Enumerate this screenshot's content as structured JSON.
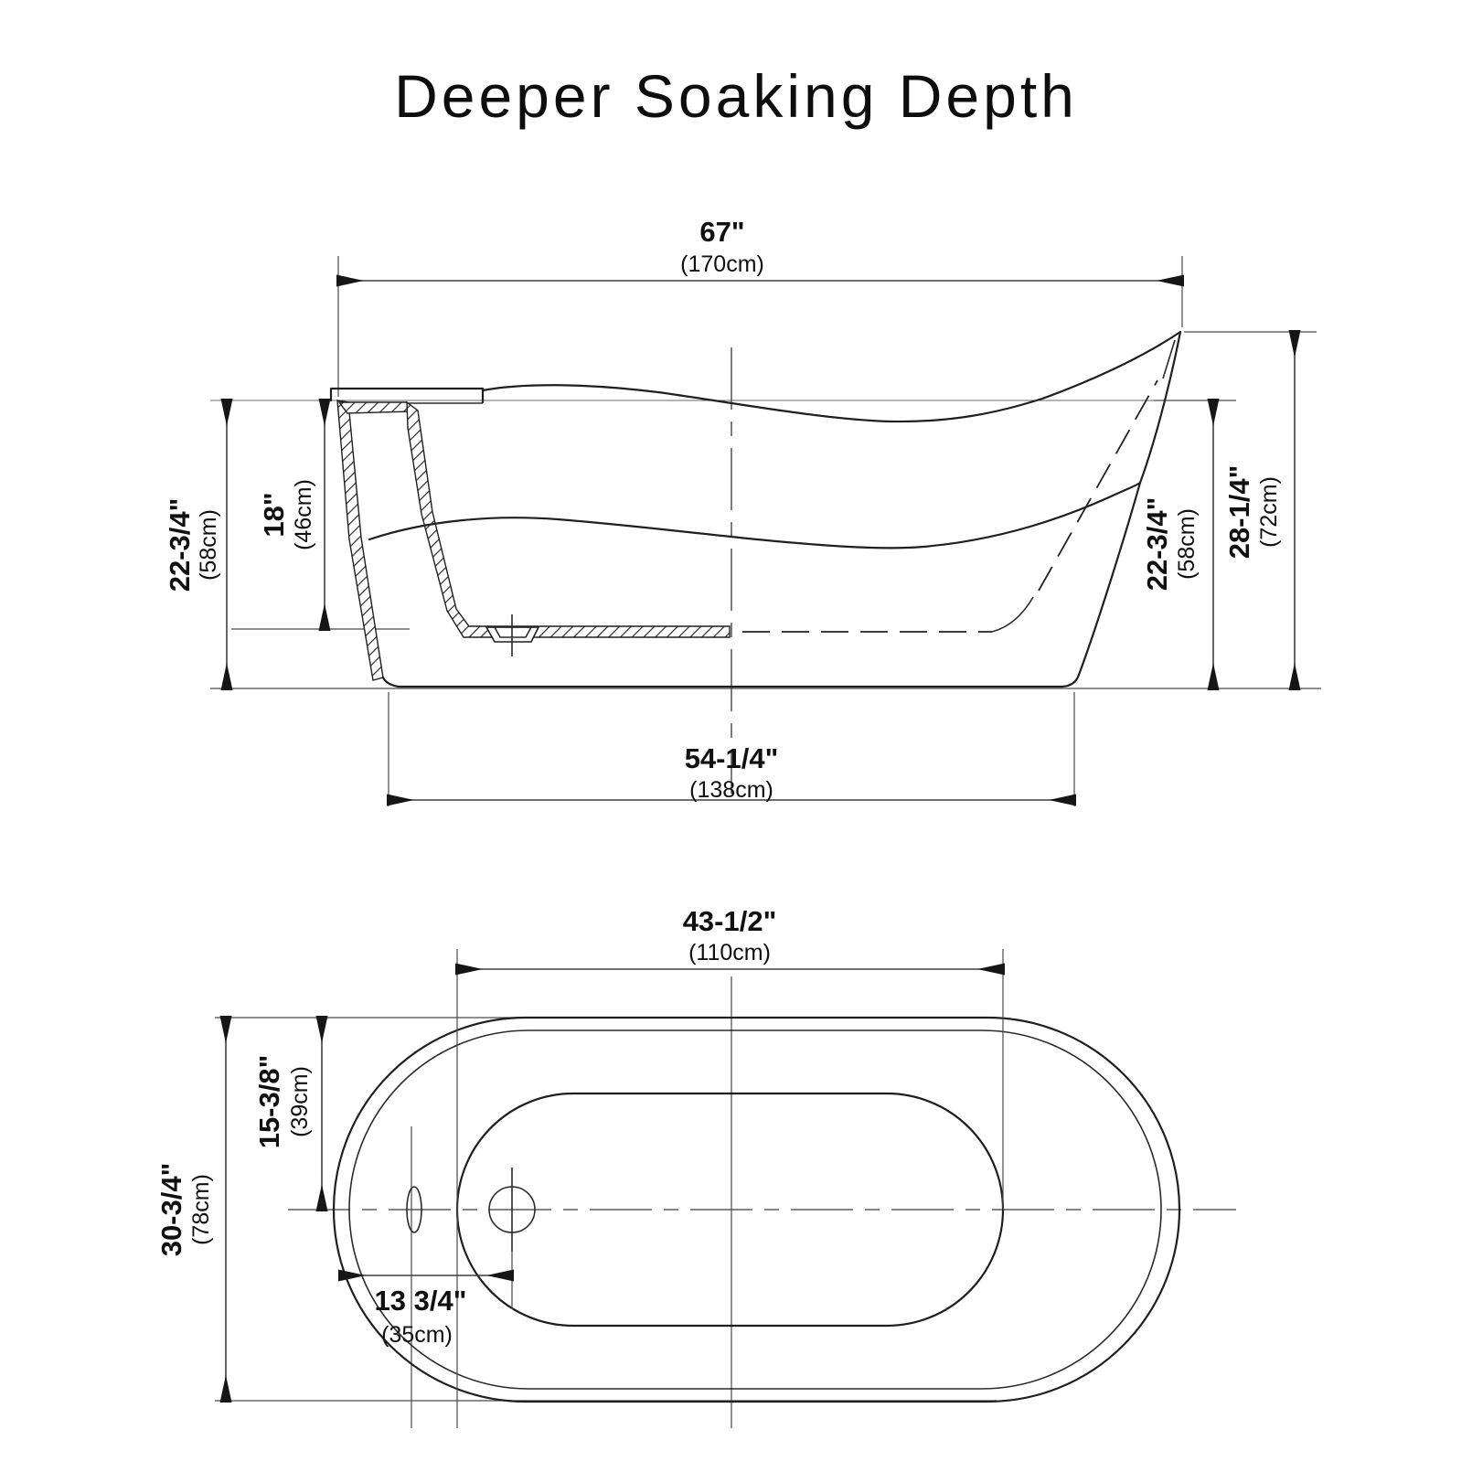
{
  "title": "Deeper Soaking Depth",
  "side_view": {
    "overall_length_in": "67\"",
    "overall_length_cm": "(170cm)",
    "left_height_in": "22-3/4\"",
    "left_height_cm": "(58cm)",
    "soak_depth_in": "18\"",
    "soak_depth_cm": "(46cm)",
    "right_height_in": "22-3/4\"",
    "right_height_cm": "(58cm)",
    "back_height_in": "28-1/4\"",
    "back_height_cm": "(72cm)",
    "base_length_in": "54-1/4\"",
    "base_length_cm": "(138cm)"
  },
  "plan_view": {
    "basin_length_in": "43-1/2\"",
    "basin_length_cm": "(110cm)",
    "half_width_in": "15-3/8\"",
    "half_width_cm": "(39cm)",
    "overall_width_in": "30-3/4\"",
    "overall_width_cm": "(78cm)",
    "drain_offset_in": "13 3/4\"",
    "drain_offset_cm": "(35cm)"
  }
}
